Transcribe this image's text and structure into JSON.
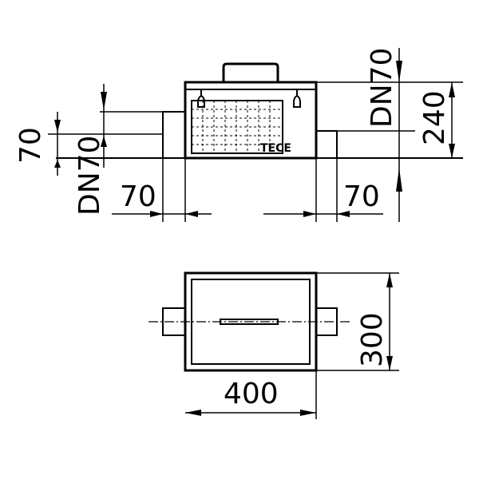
{
  "side_view": {
    "dims": {
      "inlet_offset": "70",
      "inlet_diameter": "DN70",
      "left_pipe_length": "70",
      "right_pipe_length": "70",
      "outlet_diameter": "DN70",
      "height": "240"
    },
    "logo": "TECE"
  },
  "top_view": {
    "dims": {
      "depth": "300",
      "width": "400"
    }
  }
}
